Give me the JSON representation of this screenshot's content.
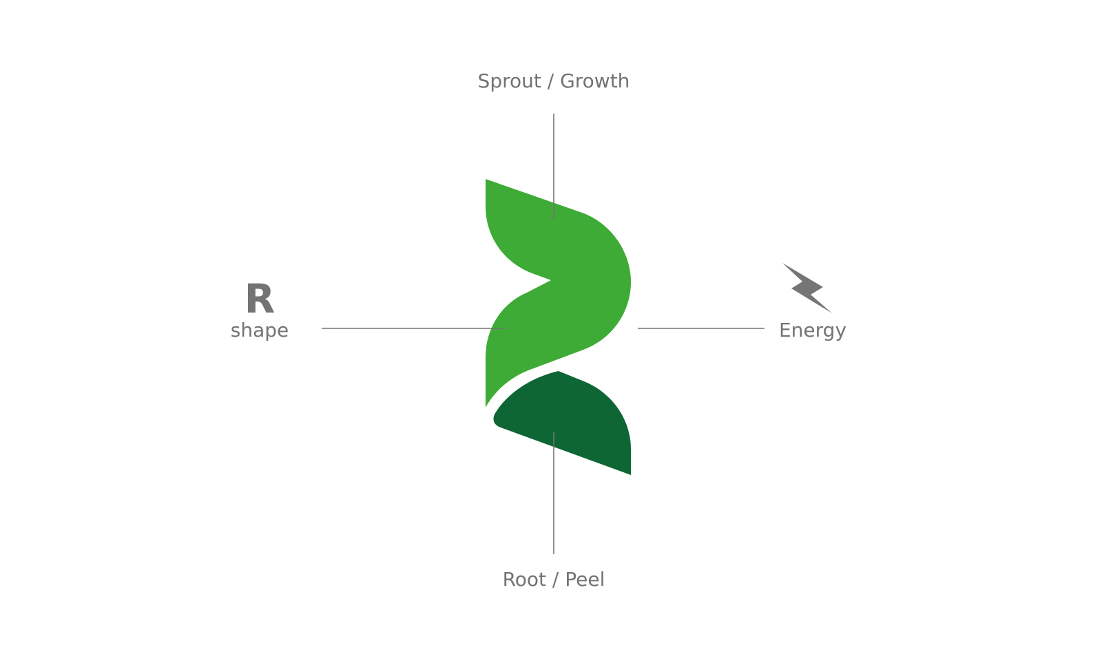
{
  "diagram": {
    "top_label": "Sprout / Growth",
    "bottom_label": "Root / Peel",
    "left_letter": "R",
    "left_label": "shape",
    "right_label": "Energy"
  },
  "colors": {
    "background": "#ffffff",
    "leaf_light_green": "#3dab35",
    "leaf_dark_green": "#0d6634",
    "guide_line": "#757575",
    "text_gray": "#737373"
  },
  "icons": {
    "logo": "leaf-r-logo-mark",
    "energy": "lightning-bolt-icon"
  }
}
